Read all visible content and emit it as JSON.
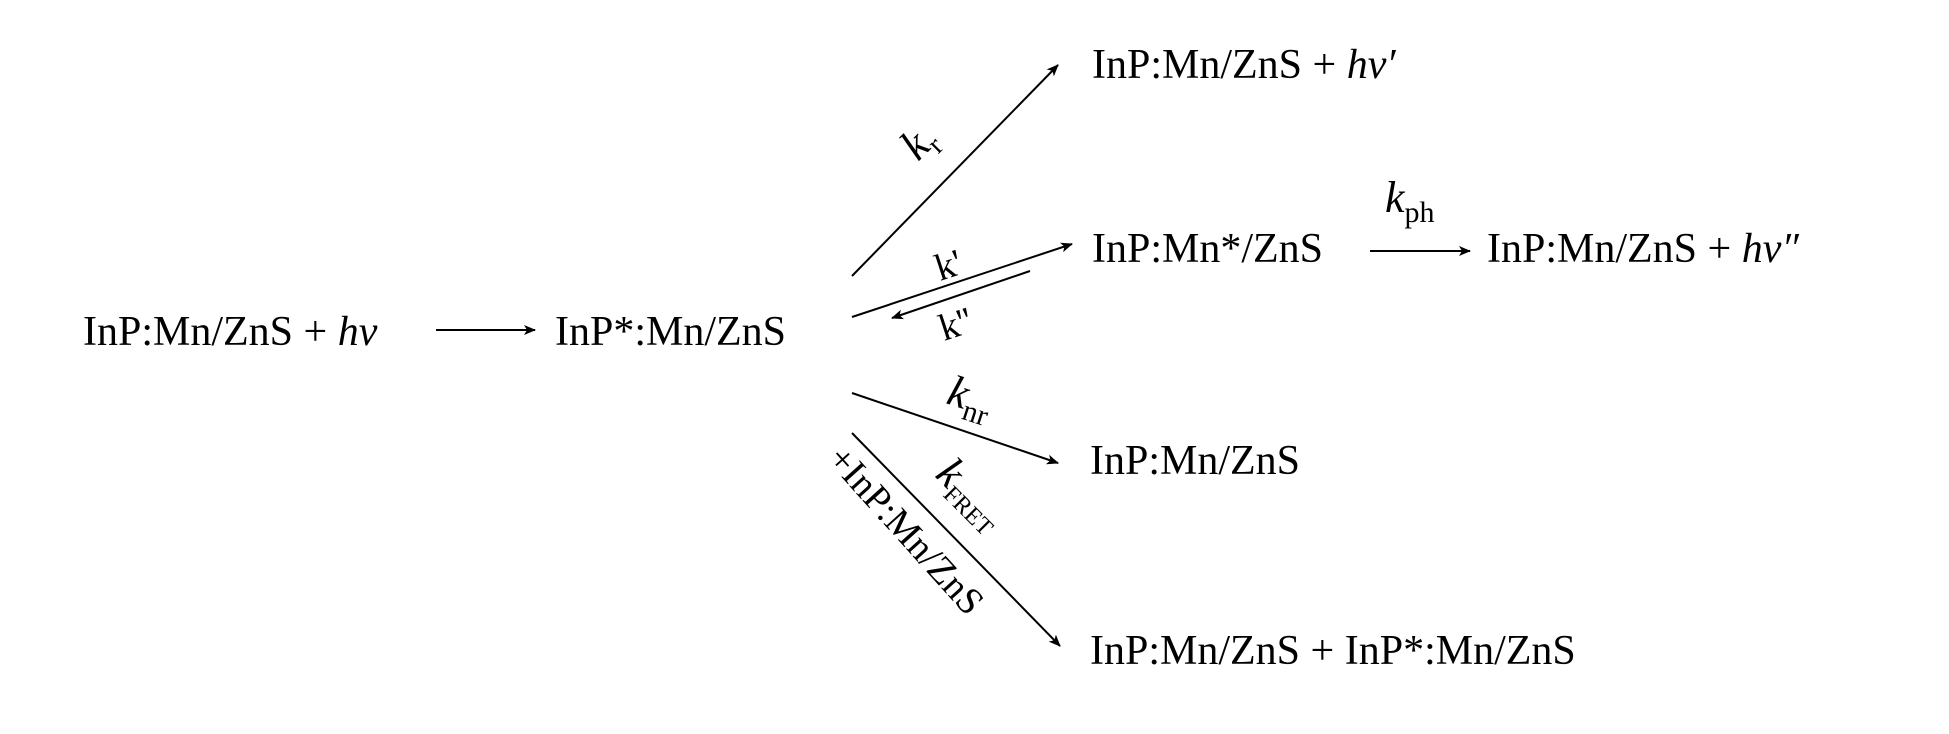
{
  "species": {
    "reactant": {
      "main": "InP:Mn/ZnS + ",
      "hv": "hv"
    },
    "excited": "InP*:Mn/ZnS",
    "radiative_product": {
      "main": "InP:Mn/ZnS + ",
      "hv": "hv′"
    },
    "mn_excited": "InP:Mn*/ZnS",
    "mn_product": {
      "main": "InP:Mn/ZnS + ",
      "hv": "hv″"
    },
    "nonradiative_product": "InP:Mn/ZnS",
    "fret_product": "InP:Mn/ZnS + InP*:Mn/ZnS"
  },
  "rates": {
    "kr": {
      "k": "k",
      "sub": "r"
    },
    "k_forward": "k'",
    "k_backward": "k''",
    "kph": {
      "k": "k",
      "sub": "ph"
    },
    "knr": {
      "k": "k",
      "sub": "nr"
    },
    "kfret": {
      "k": "k",
      "sub": "FRET"
    }
  },
  "fret_reagent": "+InP:Mn/ZnS"
}
